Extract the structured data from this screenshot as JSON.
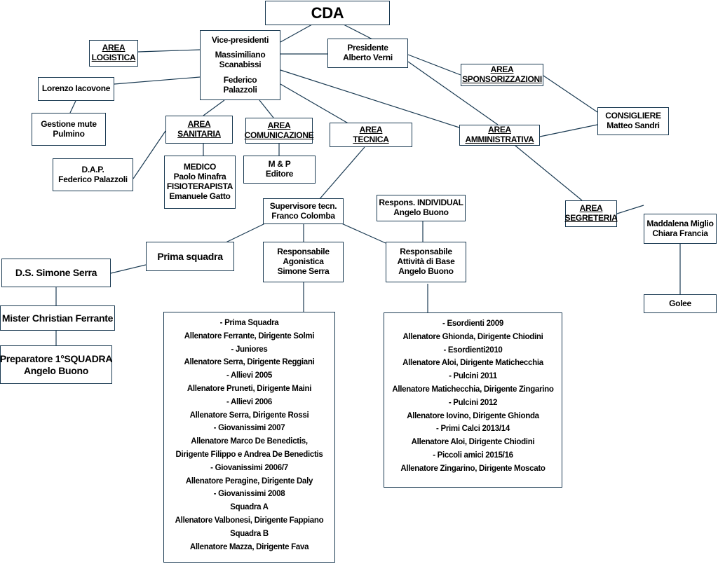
{
  "cda": "CDA",
  "vice": {
    "title": "Vice-presidenti",
    "names": [
      "Massimiliano",
      "Scanabissi",
      "Federico",
      "Palazzoli"
    ]
  },
  "presidente": [
    "Presidente",
    "Alberto Verni"
  ],
  "area_logistica": [
    "AREA",
    "LOGISTICA"
  ],
  "lorenzo": "Lorenzo Iacovone",
  "gestione": [
    "Gestione mute",
    "Pulmino"
  ],
  "area_sanitaria": [
    "AREA",
    "SANITARIA"
  ],
  "dap": [
    "D.A.P.",
    "Federico Palazzoli"
  ],
  "medico": [
    "MEDICO",
    "Paolo Minafra",
    "FISIOTERAPISTA",
    "Emanuele Gatto"
  ],
  "area_comunicazione": [
    "AREA",
    "COMUNICAZIONE"
  ],
  "mp": [
    "M & P",
    "Editore"
  ],
  "area_tecnica": [
    "AREA",
    "TECNICA"
  ],
  "area_sponsorizzazioni": [
    "AREA",
    "SPONSORIZZAZIONI"
  ],
  "consigliere": [
    "CONSIGLIERE",
    "Matteo Sandri"
  ],
  "area_amministrativa": [
    "AREA",
    "AMMINISTRATIVA"
  ],
  "area_segreteria": [
    "AREA",
    "SEGRETERIA"
  ],
  "maddalena": [
    "Maddalena Miglio",
    "Chiara Francia"
  ],
  "golee": "Golee",
  "supervisore": [
    "Supervisore tecn.",
    "Franco Colomba"
  ],
  "individual": [
    "Respons. INDIVIDUAL",
    "Angelo Buono"
  ],
  "prima_squadra": "Prima squadra",
  "resp_agonistica": [
    "Responsabile",
    "Agonistica",
    "Simone Serra"
  ],
  "resp_base": [
    "Responsabile",
    "Attività di Base",
    "Angelo Buono"
  ],
  "ds": "D.S. Simone Serra",
  "mister": "Mister Christian Ferrante",
  "preparatore": [
    "Preparatore 1°SQUADRA",
    "Angelo Buono"
  ],
  "agonistica_list": [
    "- Prima Squadra",
    "Allenatore Ferrante, Dirigente Solmi",
    "- Juniores",
    "Allenatore Serra, Dirigente Reggiani",
    "- Allievi 2005",
    "Allenatore Pruneti, Dirigente Maini",
    "- Allievi 2006",
    "Allenatore Serra, Dirigente Rossi",
    "- Giovanissimi 2007",
    "Allenatore Marco De Benedictis,",
    "Dirigente Filippo e Andrea De Benedictis",
    "- Giovanissimi 2006/7",
    "Allenatore Peragine, Dirigente Daly",
    "- Giovanissimi 2008",
    "Squadra A",
    "Allenatore Valbonesi, Dirigente Fappiano",
    "Squadra B",
    "Allenatore Mazza, Dirigente Fava"
  ],
  "base_list": [
    "- Esordienti 2009",
    "Allenatore Ghionda, Dirigente Chiodini",
    "- Esordienti2010",
    "Allenatore Aloi, Dirigente Matichecchia",
    "- Pulcini 2011",
    "Allenatore Matichecchia, Dirigente Zingarino",
    "- Pulcini 2012",
    "Allenatore Iovino, Dirigente Ghionda",
    "- Primi Calci 2013/14",
    "Allenatore Aloi, Dirigente Chiodini",
    "- Piccoli amici 2015/16",
    "Allenatore Zingarino, Dirigente Moscato"
  ]
}
